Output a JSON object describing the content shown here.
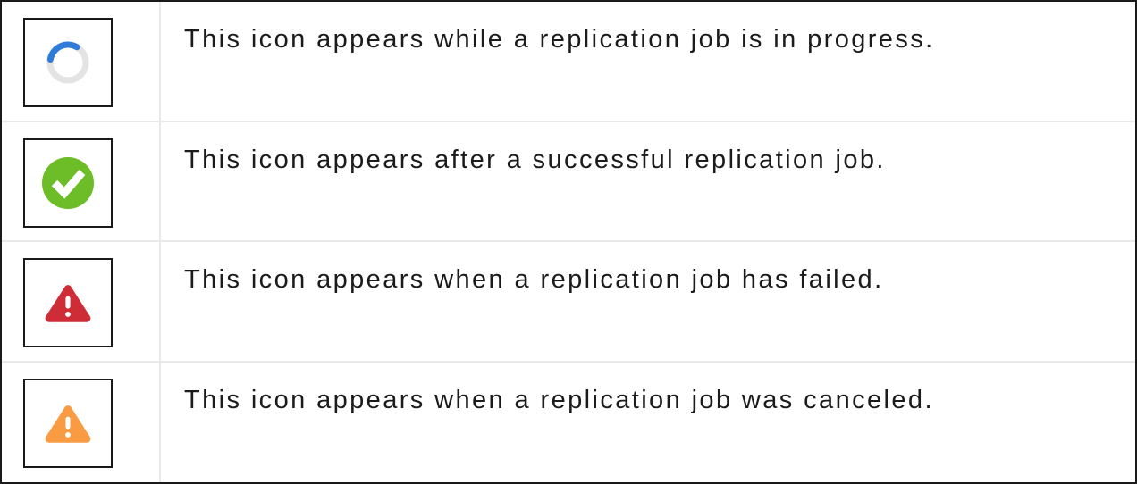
{
  "rows": [
    {
      "icon": "spinner-icon",
      "description": "This icon appears while a replication job is in progress."
    },
    {
      "icon": "success-check-icon",
      "description": "This icon appears after a successful replication job."
    },
    {
      "icon": "error-triangle-icon",
      "description": "This icon appears when a replication job has failed."
    },
    {
      "icon": "warning-triangle-icon",
      "description": "This icon appears when a replication job was canceled."
    }
  ],
  "colors": {
    "spinner_blue": "#2e7bd9",
    "spinner_track": "#e3e3e3",
    "success_green": "#6cbd27",
    "failed_red": "#ce2d38",
    "canceled_orange": "#f89b42",
    "border_black": "#1a1a1a",
    "divider_gray": "#e9e9e9",
    "text": "#1b1b1b"
  }
}
